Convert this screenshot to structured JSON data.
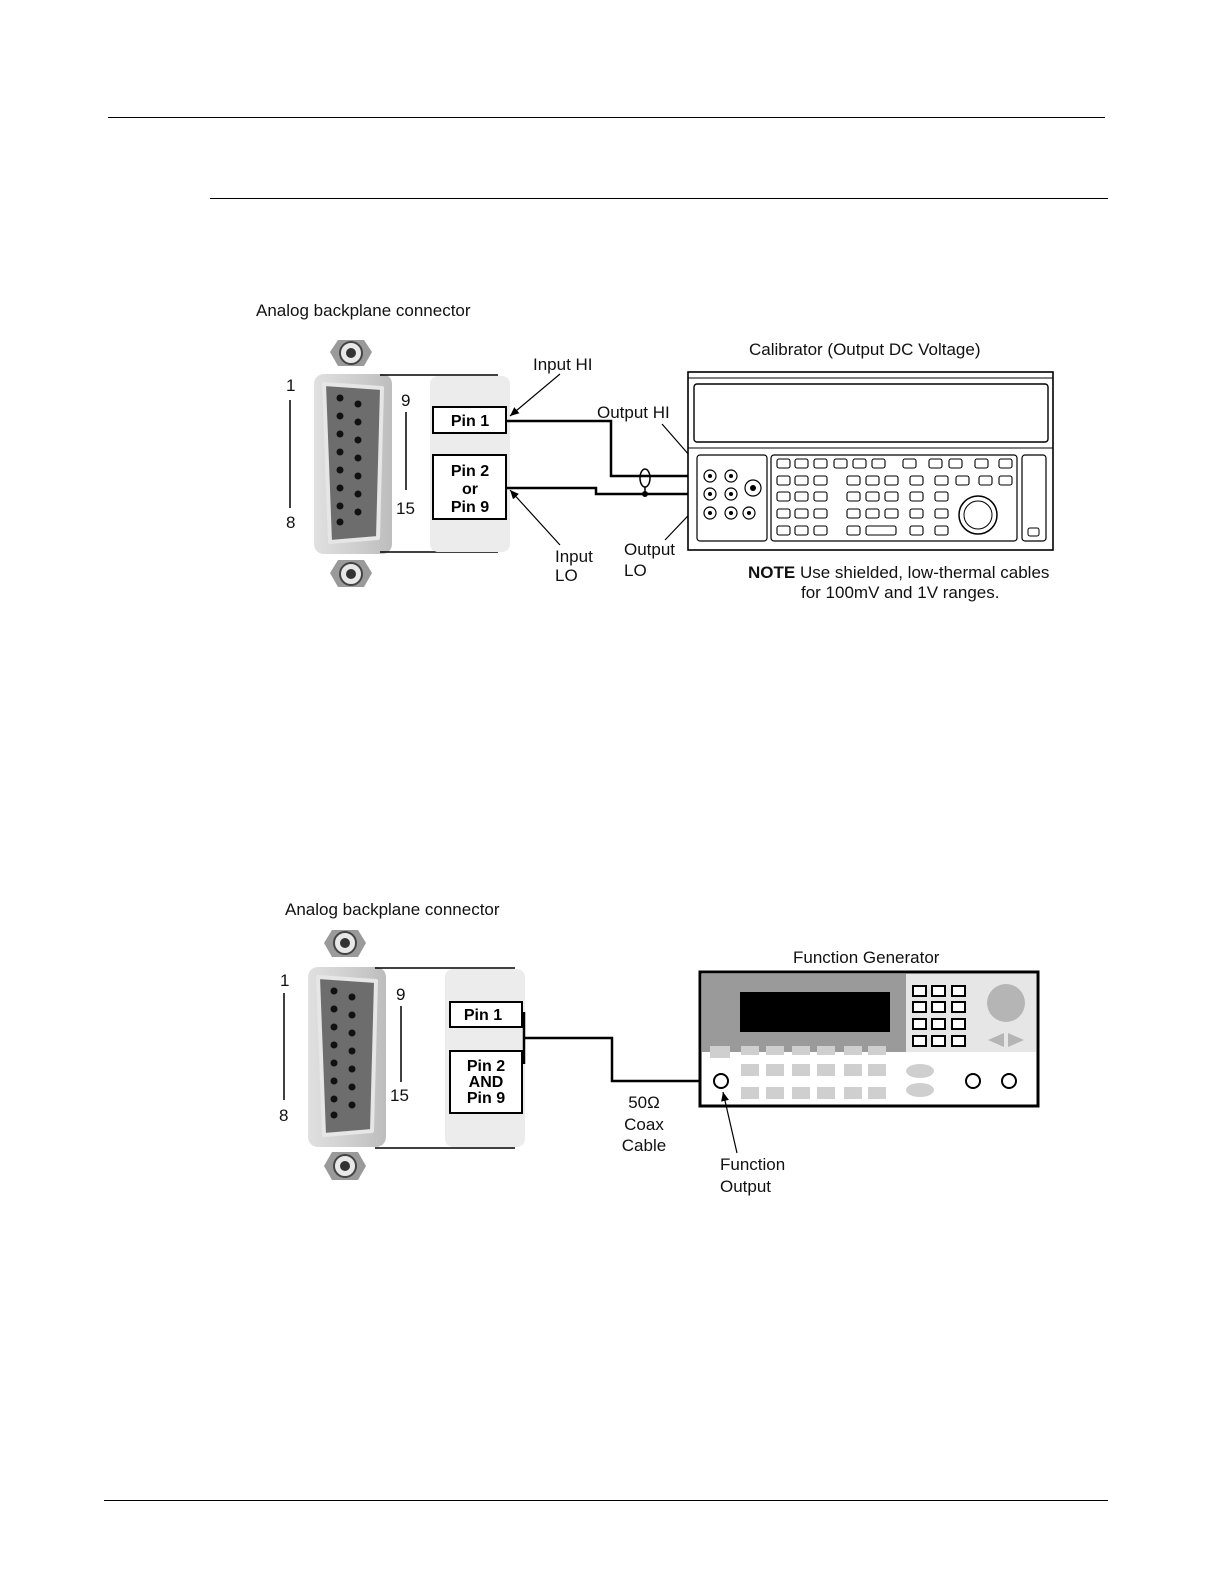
{
  "figure1": {
    "connector_label": "Analog backplane connector",
    "pin_numbers": {
      "top_left": "1",
      "bottom_left": "8",
      "top_right": "9",
      "bottom_right": "15"
    },
    "pin_box_1": "Pin 1",
    "pin_box_2": [
      "Pin 2",
      "or",
      "Pin 9"
    ],
    "input_hi": "Input HI",
    "input_lo": [
      "Input",
      "LO"
    ],
    "output_hi": "Output HI",
    "output_lo": [
      "Output",
      "LO"
    ],
    "instrument_title": "Calibrator (Output DC Voltage)",
    "note_bold": "NOTE",
    "note_line1": " Use shielded, low-thermal cables",
    "note_line2": "for 100mV and 1V ranges."
  },
  "figure2": {
    "connector_label": "Analog backplane connector",
    "pin_numbers": {
      "top_left": "1",
      "bottom_left": "8",
      "top_right": "9",
      "bottom_right": "15"
    },
    "pin_box_1": "Pin 1",
    "pin_box_2": [
      "Pin 2",
      "AND",
      "Pin 9"
    ],
    "cable_label": [
      "50Ω",
      "Coax",
      "Cable"
    ],
    "instrument_title": "Function Generator",
    "function_output": [
      "Function",
      "Output"
    ]
  }
}
